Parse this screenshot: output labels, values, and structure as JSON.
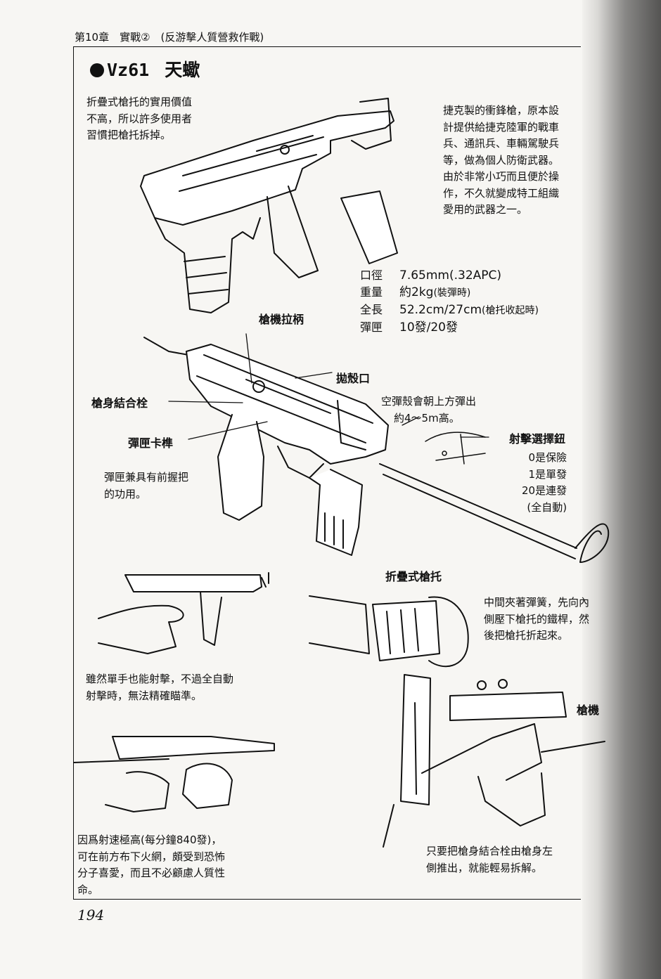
{
  "header": "第10章　實戰②　(反游擊人質營救作戰)",
  "title": {
    "code": "Vz61",
    "name": "天蠍"
  },
  "notes": {
    "stock_note": [
      "折疊式槍托的實用價值",
      "不高，所以許多使用者",
      "習慣把槍托拆掉。"
    ],
    "intro": [
      "捷克製的衝鋒槍，原本設",
      "計提供給捷克陸軍的戰車",
      "兵、通訊兵、車輛駕駛兵",
      "等，做為個人防衛武器。",
      "由於非常小巧而且便於操",
      "作，不久就變成特工組織",
      "愛用的武器之一。"
    ],
    "eject_note": [
      "空彈殼會朝上方彈出",
      "約4～5m高。"
    ],
    "mag_note": [
      "彈匣兼具有前握把",
      "的功用。"
    ],
    "selector_modes": [
      "0是保險",
      "1是單發",
      "20是連發",
      "(全自動)"
    ],
    "stock_fold_note": [
      "中間夾著彈簧，先向內",
      "側壓下槍托的鐵桿，然",
      "後把槍托折起來。"
    ],
    "onehand_note": [
      "雖然單手也能射擊，不過全自動",
      "射擊時，無法精確瞄準。"
    ],
    "rate_note": [
      "因爲射速極高(每分鐘840發)，",
      "可在前方布下火網，頗受到恐怖",
      "分子喜愛，而且不必顧慮人質性",
      "命。"
    ],
    "disassembly_note": [
      "只要把槍身結合栓由槍身左",
      "側推出，就能輕易拆解。"
    ]
  },
  "labels": {
    "charging_handle": "槍機拉柄",
    "ejection_port": "拋殼口",
    "body_pin": "槍身結合栓",
    "mag_catch": "彈匣卡榫",
    "fire_selector": "射擊選擇鈕",
    "folding_stock": "折疊式槍托",
    "bolt": "槍機"
  },
  "specs": [
    {
      "key": "口徑",
      "value": "7.65mm(.32APC)",
      "sub": ""
    },
    {
      "key": "重量",
      "value": "約2kg",
      "sub": "(裝彈時)"
    },
    {
      "key": "全長",
      "value": "52.2cm/27cm",
      "sub": "(槍托收起時)"
    },
    {
      "key": "彈匣",
      "value": "10發/20發",
      "sub": ""
    }
  ],
  "page_number": "194"
}
